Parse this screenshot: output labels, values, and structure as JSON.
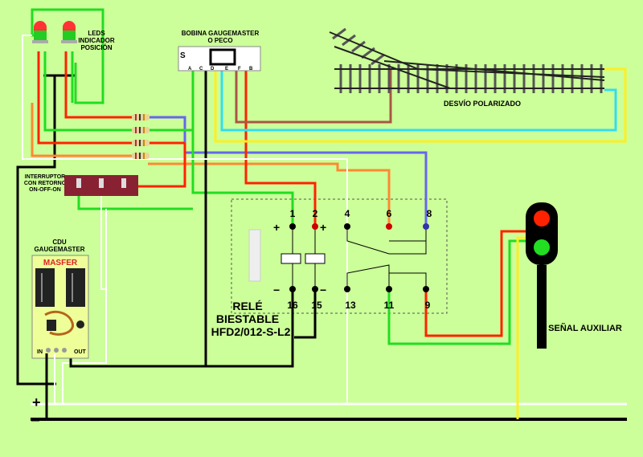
{
  "labels": {
    "leds": [
      "LEDS",
      "INDICADOR",
      "POSICIÓN"
    ],
    "bobina": [
      "BOBINA GAUGEMASTER",
      "O PECO"
    ],
    "bobina_pins": [
      "A",
      "C",
      "D",
      "E",
      "F",
      "B"
    ],
    "bobina_s": "S",
    "desvio": "DESVÍO POLARIZADO",
    "interruptor": [
      "INTERRUPTOR",
      "CON RETORNO",
      "ON-OFF-ON"
    ],
    "cdu": [
      "CDU",
      "GAUGEMASTER"
    ],
    "cdu_brand": "MASFER",
    "cdu_in": "IN",
    "cdu_out": "OUT",
    "rele": [
      "RELÉ",
      "BIESTABLE",
      "HFD2/012-S-L2"
    ],
    "relay_top_pins": [
      "1",
      "2",
      "4",
      "6",
      "8"
    ],
    "relay_bottom_pins": [
      "16",
      "15",
      "13",
      "11",
      "9"
    ],
    "senal": "SEÑAL AUXILIAR",
    "plus_rail": "+",
    "minus_rail": "−"
  },
  "colors": {
    "background": "#ccff99",
    "red": "#ff2200",
    "green": "#22dd22",
    "blue": "#6666ee",
    "orange": "#ff8833",
    "cyan": "#33ddee",
    "yellow": "#ffee22",
    "white": "#ffffff",
    "black": "#000000",
    "brown": "#aa5544",
    "switch_body": "#882233"
  }
}
